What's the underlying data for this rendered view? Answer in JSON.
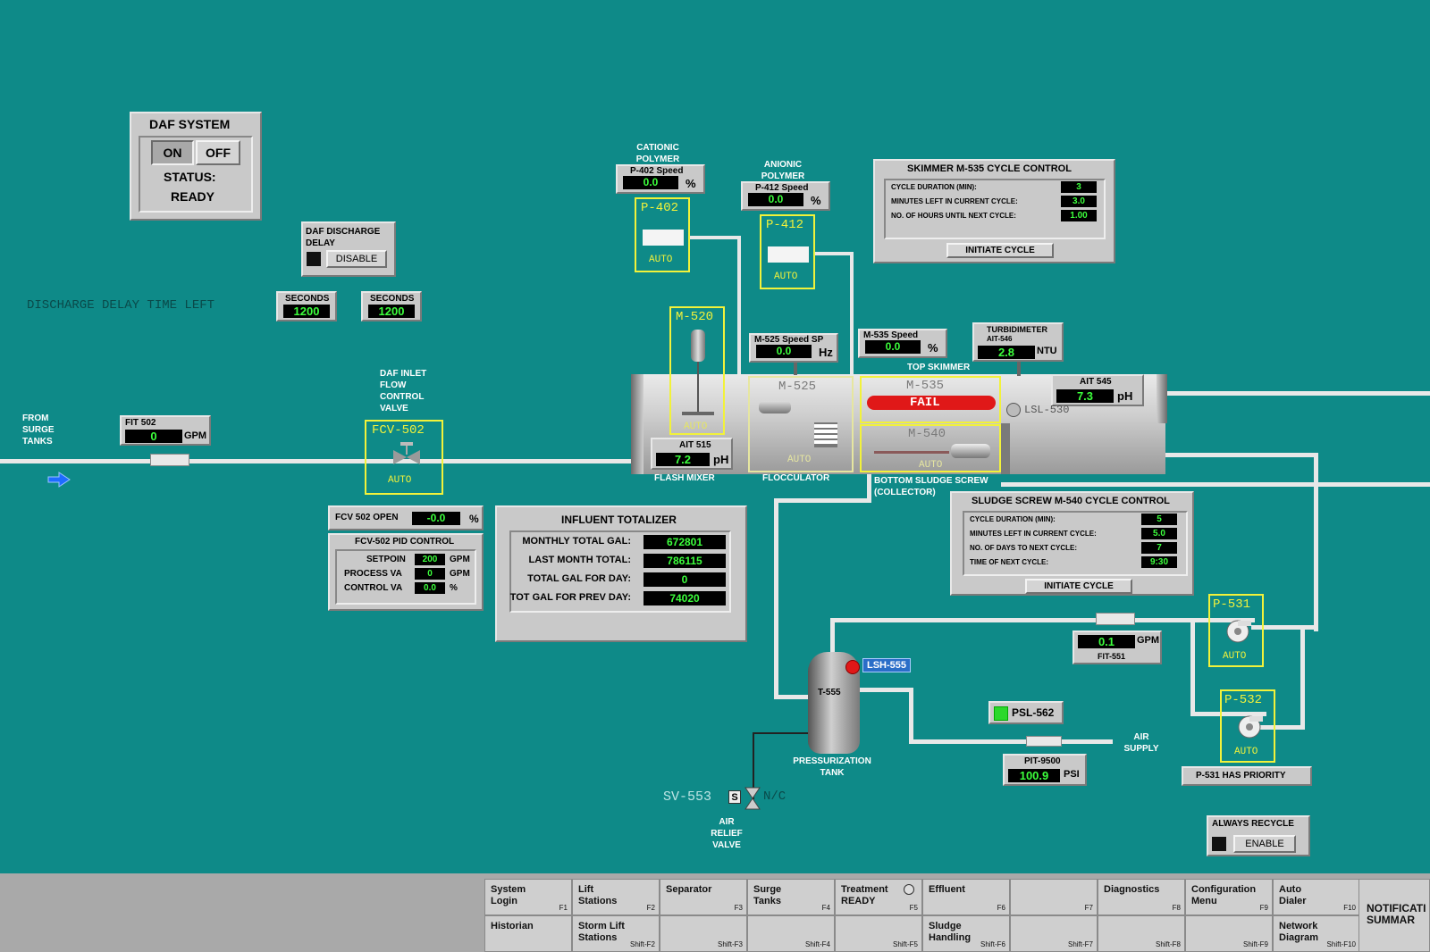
{
  "daf_system": {
    "title": "DAF SYSTEM",
    "on": "ON",
    "off": "OFF",
    "status_label": "STATUS:",
    "status": "READY"
  },
  "discharge_delay": {
    "title": "DAF DISCHARGE DELAY",
    "disable": "DISABLE",
    "time_left_label": "DISCHARGE DELAY TIME LEFT",
    "sec1_label": "SECONDS",
    "sec1": "1200",
    "sec2_label": "SECONDS",
    "sec2": "1200"
  },
  "inlet": {
    "from_label": "FROM SURGE TANKS",
    "fit_label": "FIT 502",
    "fit_value": "0",
    "fit_unit": "GPM",
    "valve_label": "DAF INLET FLOW CONTROL VALVE",
    "fcv_tag": "FCV-502",
    "fcv_mode": "AUTO",
    "open_label": "FCV 502 OPEN",
    "open_value": "-0.0",
    "open_unit": "%"
  },
  "pid": {
    "title": "FCV-502 PID CONTROL",
    "setpoint_label": "SETPOIN",
    "setpoint": "200",
    "setpoint_unit": "GPM",
    "pv_label": "PROCESS VA",
    "pv": "0",
    "pv_unit": "GPM",
    "cv_label": "CONTROL VA",
    "cv": "0.0",
    "cv_unit": "%"
  },
  "totalizer": {
    "title": "INFLUENT TOTALIZER",
    "rows": [
      {
        "label": "MONTHLY TOTAL GAL:",
        "value": "672801"
      },
      {
        "label": "LAST MONTH TOTAL:",
        "value": "786115"
      },
      {
        "label": "TOTAL GAL FOR DAY:",
        "value": "0"
      },
      {
        "label": "TOT GAL FOR PREV DAY:",
        "value": "74020"
      }
    ]
  },
  "cationic": {
    "label": "CATIONIC POLYMER",
    "speed_label": "P-402 Speed",
    "speed": "0.0",
    "unit": "%",
    "pump": "P-402",
    "mode": "AUTO"
  },
  "anionic": {
    "label": "ANIONIC POLYMER",
    "speed_label": "P-412 Speed",
    "speed": "0.0",
    "unit": "%",
    "pump": "P-412",
    "mode": "AUTO"
  },
  "skimmer_ctrl": {
    "title": "SKIMMER M-535 CYCLE CONTROL",
    "rows": [
      {
        "label": "CYCLE DURATION (MIN):",
        "value": "3"
      },
      {
        "label": "MINUTES LEFT IN CURRENT CYCLE:",
        "value": "3.0"
      },
      {
        "label": "NO. OF HOURS UNTIL NEXT CYCLE:",
        "value": "1.00"
      }
    ],
    "button": "INITIATE CYCLE"
  },
  "m520": {
    "tag": "M-520",
    "mode": "AUTO",
    "ait_label": "AIT 515",
    "ait": "7.2",
    "ait_unit": "pH",
    "caption": "FLASH MIXER"
  },
  "m525": {
    "speed_label": "M-525 Speed SP",
    "speed": "0.0",
    "unit": "Hz",
    "tag": "M-525",
    "mode": "AUTO",
    "caption": "FLOCCULATOR"
  },
  "m535": {
    "speed_label": "M-535 Speed",
    "speed": "0.0",
    "unit": "%",
    "tag": "M-535",
    "fail": "FAIL",
    "top_label": "TOP SKIMMER"
  },
  "m540": {
    "tag": "M-540",
    "mode": "AUTO",
    "caption": "BOTTOM SLUDGE SCREW (COLLECTOR)"
  },
  "turbidity": {
    "label1": "TURBIDIMETER",
    "label2": "AIT-546",
    "value": "2.8",
    "unit": "NTU"
  },
  "ph545": {
    "label": "AIT 545",
    "value": "7.3",
    "unit": "pH",
    "lsl": "LSL-530"
  },
  "sludge_ctrl": {
    "title": "SLUDGE SCREW M-540 CYCLE CONTROL",
    "rows": [
      {
        "label": "CYCLE DURATION (MIN):",
        "value": "5"
      },
      {
        "label": "MINUTES LEFT IN CURRENT CYCLE:",
        "value": "5.0"
      },
      {
        "label": "NO. OF DAYS TO NEXT CYCLE:",
        "value": "7"
      },
      {
        "label": "TIME OF NEXT CYCLE:",
        "value": "9:30"
      }
    ],
    "button": "INITIATE CYCLE"
  },
  "pumps": {
    "p531": "P-531",
    "p531_mode": "AUTO",
    "p532": "P-532",
    "p532_mode": "AUTO",
    "priority": "P-531 HAS PRIORITY",
    "fit551_value": "0.1",
    "fit551_unit": "GPM",
    "fit551_label": "FIT-551"
  },
  "recycle": {
    "title": "ALWAYS RECYCLE",
    "button": "ENABLE"
  },
  "tank": {
    "tag": "T-555",
    "lsh": "LSH-555",
    "caption": "PRESSURIZATION TANK",
    "psl": "PSL-562",
    "pit_label": "PIT-9500",
    "pit": "100.9",
    "pit_unit": "PSI",
    "air": "AIR SUPPLY"
  },
  "relief": {
    "tag": "SV-553",
    "s": "S",
    "nc": "N/C",
    "caption": "AIR RELIEF VALVE"
  },
  "colors": {
    "background": "#0e8a88",
    "value_text": "#3cff3c",
    "highlight": "#f2f23a",
    "fail": "#e01818"
  },
  "nav": {
    "row1": [
      {
        "name": "System\nLogin",
        "key": "F1"
      },
      {
        "name": "Lift\nStations",
        "key": "F2"
      },
      {
        "name": "Separator",
        "key": "F3"
      },
      {
        "name": "Surge\nTanks",
        "key": "F4"
      },
      {
        "name": "Treatment\nREADY",
        "key": "F5"
      },
      {
        "name": "Effluent",
        "key": "F6"
      },
      {
        "name": "",
        "key": "F7"
      },
      {
        "name": "Diagnostics",
        "key": "F8"
      },
      {
        "name": "Configuration\nMenu",
        "key": "F9"
      },
      {
        "name": "Auto\nDialer",
        "key": "F10"
      }
    ],
    "row2": [
      {
        "name": "Historian",
        "key": ""
      },
      {
        "name": "Storm Lift\nStations",
        "key": "Shift-F2"
      },
      {
        "name": "",
        "key": "Shift-F3"
      },
      {
        "name": "",
        "key": "Shift-F4"
      },
      {
        "name": "",
        "key": "Shift-F5"
      },
      {
        "name": "Sludge\nHandling",
        "key": "Shift-F6"
      },
      {
        "name": "",
        "key": "Shift-F7"
      },
      {
        "name": "",
        "key": "Shift-F8"
      },
      {
        "name": "",
        "key": "Shift-F9"
      },
      {
        "name": "Network\nDiagram",
        "key": "Shift-F10"
      }
    ],
    "notif": "NOTIFICATI\nSUMMAR"
  }
}
